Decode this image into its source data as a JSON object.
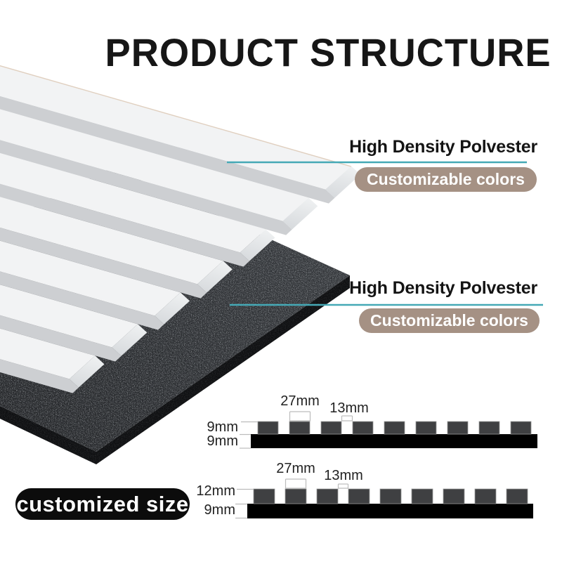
{
  "title": "PRODUCT STRUCTURE",
  "colors": {
    "accent_teal": "#45a9b6",
    "badge_taupe": "#a59184",
    "felt_charcoal": "#2a2c2f",
    "slat_white": "#f2f3f4",
    "size_badge_black": "#0c0c0c"
  },
  "callouts": [
    {
      "label": "High Density Polvester",
      "badge": "Customizable colors"
    },
    {
      "label": "High Density Polvester",
      "badge": "Customizable colors"
    }
  ],
  "diagrams": [
    {
      "slat_width": "27mm",
      "gap_width": "13mm",
      "slat_height": "9mm",
      "base_height": "9mm"
    },
    {
      "slat_width": "27mm",
      "gap_width": "13mm",
      "slat_height": "12mm",
      "base_height": "9mm"
    }
  ],
  "size_badge": "customized size"
}
